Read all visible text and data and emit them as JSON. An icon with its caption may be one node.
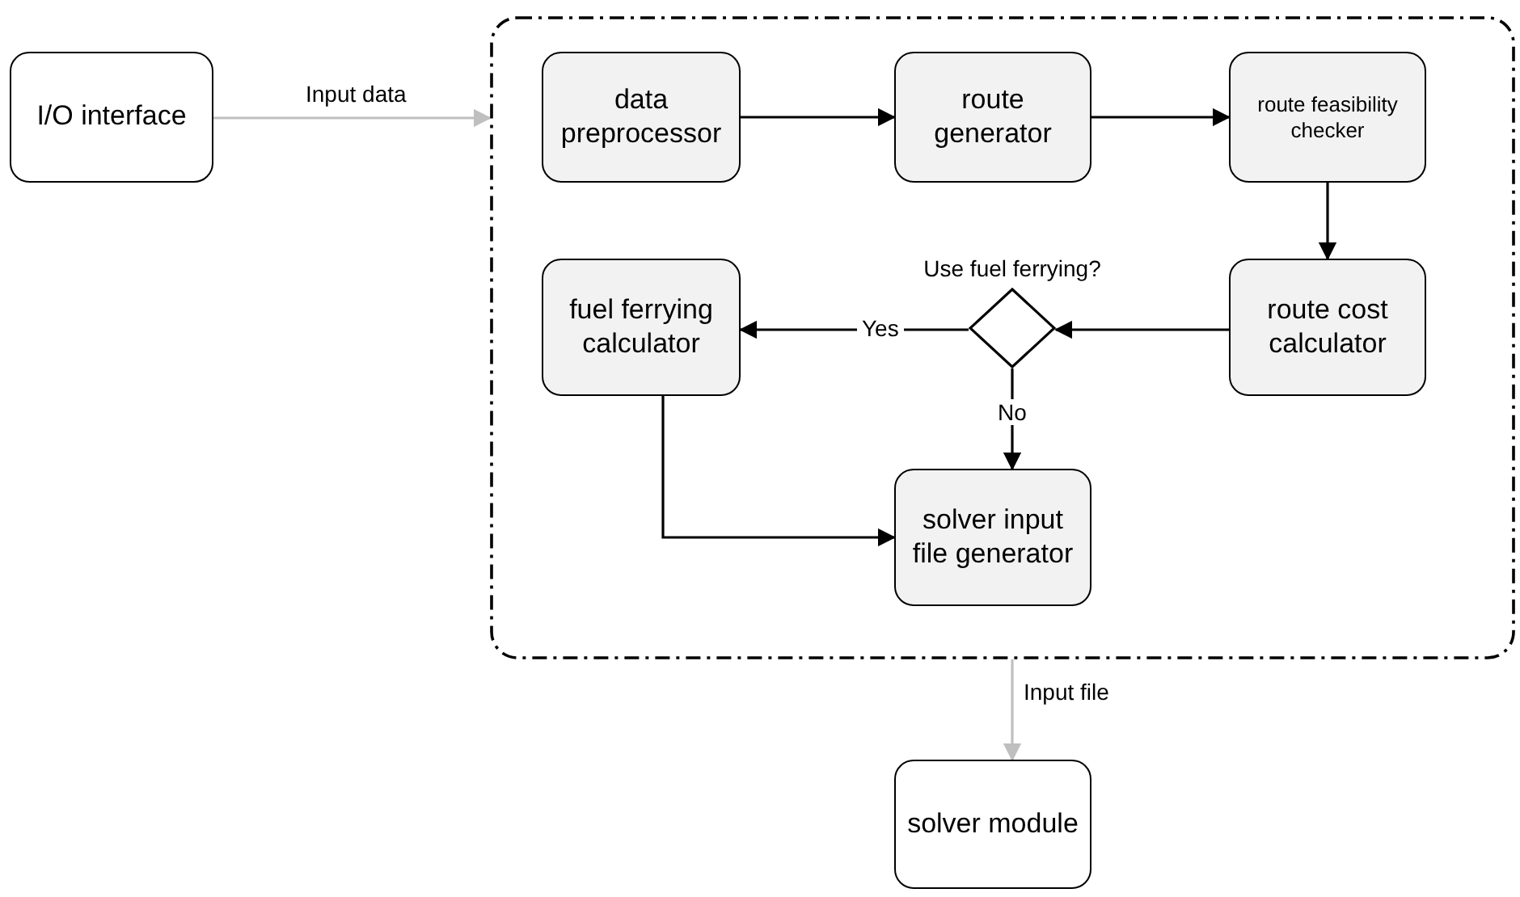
{
  "diagram": {
    "nodes": [
      {
        "text": [
          "I/O interface"
        ]
      },
      {
        "text": [],
        "shape": "box"
      },
      {
        "text": [
          "data preprocessor"
        ],
        "in": 1
      },
      {
        "text": [
          "route generator"
        ],
        "in": 1
      },
      {
        "text": [
          "route feasibility checker"
        ],
        "in": 1
      },
      {
        "text": [
          "route cost calculator"
        ],
        "in": 1
      },
      {
        "text": [
          "Use fuel ferrying?"
        ],
        "in": 1
      },
      {
        "text": [
          "fuel ferrying calculator"
        ],
        "in": 1
      },
      {
        "text": [
          "solver input file generator"
        ],
        "in": 1
      },
      {
        "text": [
          "solver module"
        ]
      }
    ],
    "edges": [
      {
        "from": 0,
        "to": 1,
        "arrow": "to",
        "label": "Input data",
        "color": "#bfbfbf"
      },
      {
        "from": 2,
        "to": 3,
        "arrow": "to"
      },
      {
        "from": 3,
        "to": 4,
        "arrow": "to"
      },
      {
        "from": 4,
        "to": 5,
        "arrow": "to"
      },
      {
        "from": 5,
        "to": 6,
        "arrow": "to"
      },
      {
        "from": 6,
        "to": 7,
        "arrow": "to",
        "label": "Yes"
      },
      {
        "from": 6,
        "to": 8,
        "arrow": "to",
        "label": "No"
      },
      {
        "from": 7,
        "to": 8,
        "arrow": "to"
      },
      {
        "from": 1,
        "to": 9,
        "arrow": "to",
        "label": "Input file",
        "color": "#bfbfbf"
      }
    ]
  }
}
